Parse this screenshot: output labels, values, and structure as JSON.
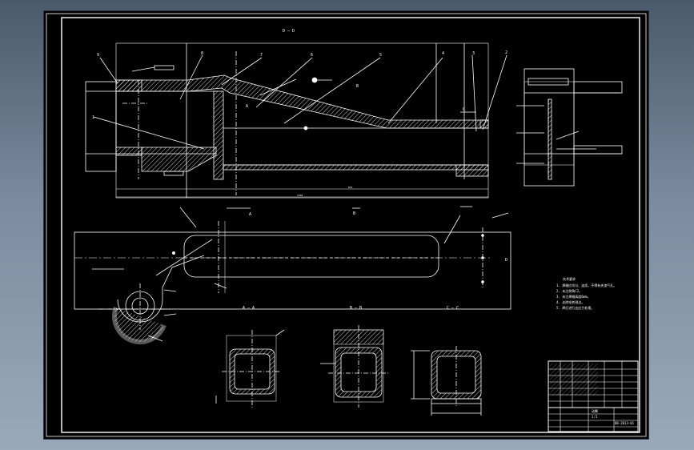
{
  "app": {
    "title": "CAD drawing viewer"
  },
  "drawing": {
    "section_labels": {
      "dd": "D — D",
      "aa": "A — A",
      "bb": "B — B",
      "cc": "C — C",
      "a_mark": "A",
      "b_mark": "B",
      "c_mark": "C",
      "d_mark": "D"
    },
    "callouts": [
      "1",
      "2",
      "3",
      "4",
      "5",
      "6",
      "7",
      "8",
      "9"
    ],
    "notes_block": {
      "header": "技术要求",
      "lines": [
        "1. 焊缝应均匀、连续，不得有夹渣气孔。",
        "2. 未注倒角C2。",
        "3. 未注焊缝高度6mm。",
        "4. 去除毛刺锐边。",
        "5. 焊后进行去应力处理。"
      ]
    },
    "title_block": {
      "drawing_name": "动臂",
      "drawing_number": "DB-2013-01",
      "scale": "1:5"
    },
    "colors": {
      "background": "#000000",
      "lines": "#ffffff",
      "frame": "#ffffff"
    }
  }
}
